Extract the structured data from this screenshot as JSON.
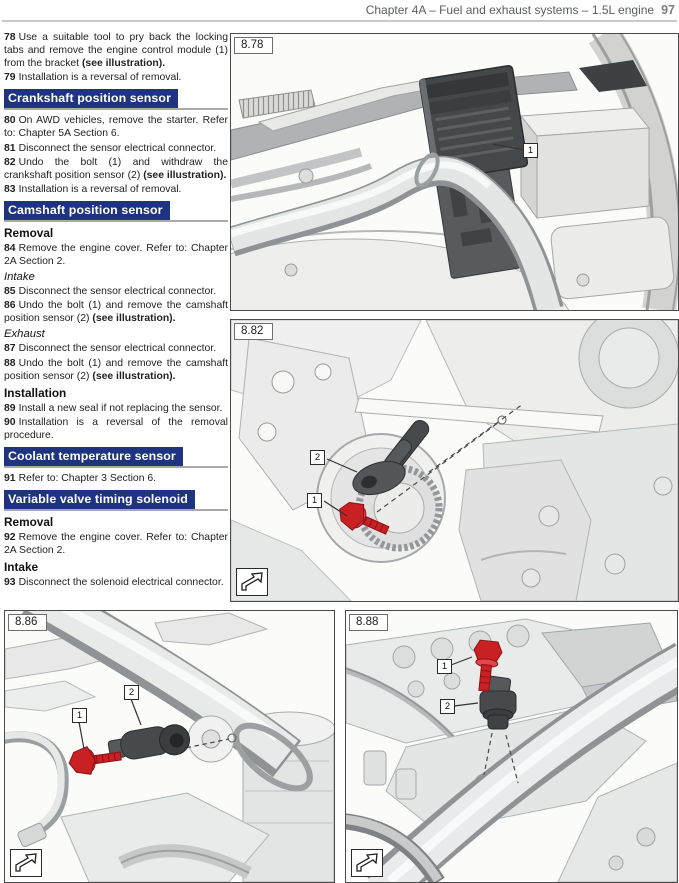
{
  "header": {
    "title": "Chapter 4A – Fuel and exhaust systems – 1.5L engine",
    "page_number": "97"
  },
  "content": {
    "blocks": [
      {
        "type": "step",
        "num": "78",
        "text": "Use a suitable tool to pry back the locking tabs and remove the engine control module (1) from the bracket ",
        "bold": "(see illustration)."
      },
      {
        "type": "step",
        "num": "79",
        "text": "Installation is a reversal of removal."
      },
      {
        "type": "header",
        "label": "Crankshaft position sensor"
      },
      {
        "type": "step",
        "num": "80",
        "text": "On AWD vehicles, remove the starter. Refer to: Chapter 5A Section 6."
      },
      {
        "type": "step",
        "num": "81",
        "text": "Disconnect the sensor electrical connector."
      },
      {
        "type": "step",
        "num": "82",
        "text": "Undo the bolt (1) and withdraw the crankshaft position sensor (2) ",
        "bold": "(see illustration)."
      },
      {
        "type": "step",
        "num": "83",
        "text": "Installation is a reversal of removal."
      },
      {
        "type": "header",
        "label": "Camshaft position sensor"
      },
      {
        "type": "subhead",
        "label": "Removal"
      },
      {
        "type": "step",
        "num": "84",
        "text": "Remove the engine cover. Refer to: Chapter 2A Section 2."
      },
      {
        "type": "subhead_italic",
        "label": "Intake"
      },
      {
        "type": "step",
        "num": "85",
        "text": "Disconnect the sensor electrical connector."
      },
      {
        "type": "step",
        "num": "86",
        "text": "Undo the bolt (1) and remove the camshaft position sensor (2) ",
        "bold": "(see illustration)."
      },
      {
        "type": "subhead_italic",
        "label": "Exhaust"
      },
      {
        "type": "step",
        "num": "87",
        "text": "Disconnect the sensor electrical connector."
      },
      {
        "type": "step",
        "num": "88",
        "text": "Undo the bolt (1) and remove the camshaft position sensor (2) ",
        "bold": "(see illustration)."
      },
      {
        "type": "subhead",
        "label": "Installation"
      },
      {
        "type": "step",
        "num": "89",
        "text": "Install a new seal if not replacing the sensor."
      },
      {
        "type": "step",
        "num": "90",
        "text": "Installation is a reversal of the removal procedure."
      },
      {
        "type": "header",
        "label": "Coolant temperature sensor"
      },
      {
        "type": "step",
        "num": "91",
        "text": "Refer to: Chapter 3 Section 6."
      },
      {
        "type": "header",
        "label": "Variable valve timing solenoid"
      },
      {
        "type": "subhead",
        "label": "Removal"
      },
      {
        "type": "step",
        "num": "92",
        "text": "Remove the engine cover. Refer to: Chapter 2A Section 2."
      },
      {
        "type": "subhead",
        "label": "Intake"
      },
      {
        "type": "step",
        "num": "93",
        "text": "Disconnect the solenoid electrical connector."
      }
    ]
  },
  "figures": {
    "f878": {
      "label": "8.78",
      "callouts": {
        "c1": "1"
      }
    },
    "f882": {
      "label": "8.82",
      "callouts": {
        "c1": "1",
        "c2": "2"
      }
    },
    "f886": {
      "label": "8.86",
      "callouts": {
        "c1": "1",
        "c2": "2"
      }
    },
    "f888": {
      "label": "8.88",
      "callouts": {
        "c1": "1",
        "c2": "2"
      }
    }
  },
  "colors": {
    "section_header_bg": "#1e3480",
    "highlight_red": "#c92024",
    "header_rule": "#c9c9c9"
  }
}
